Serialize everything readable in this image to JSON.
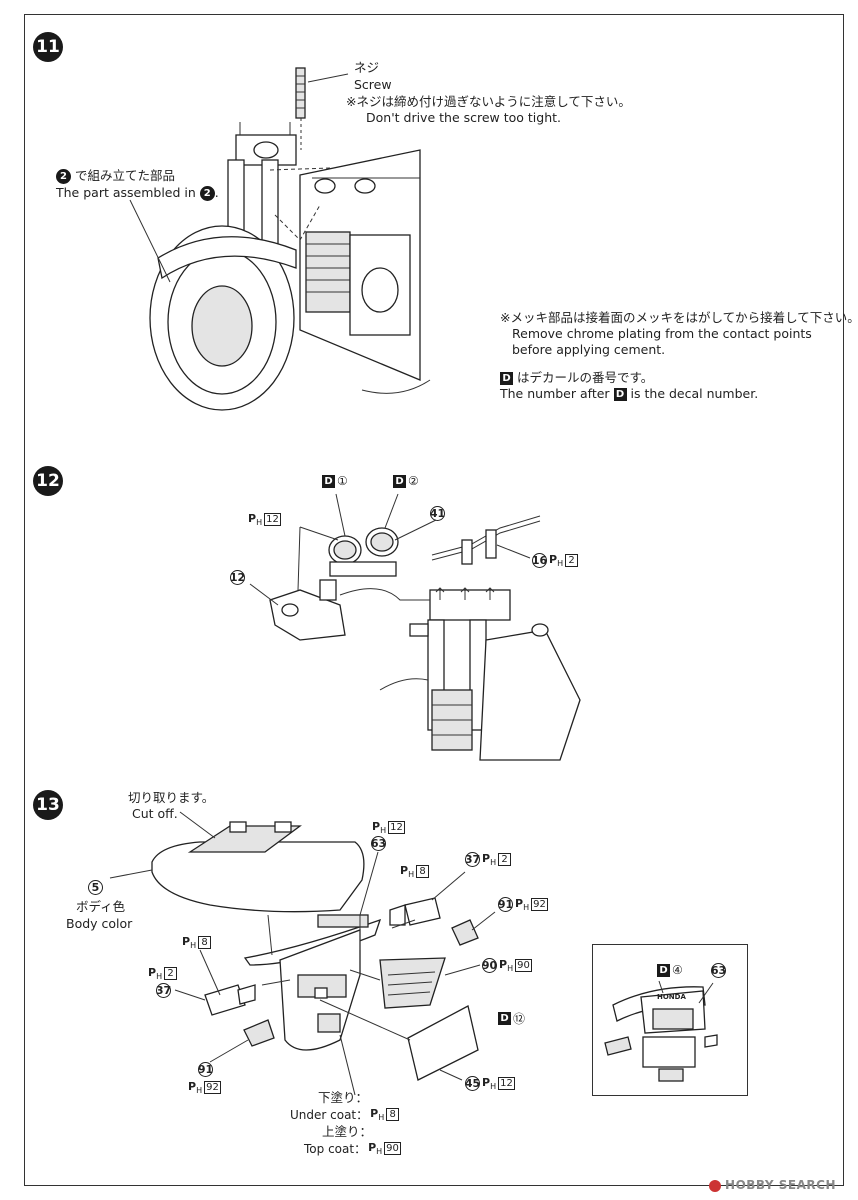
{
  "steps": {
    "s11": {
      "number": "11",
      "screw_jp": "ネジ",
      "screw_en": "Screw",
      "screw_note_jp": "※ネジは締め付け過ぎないように注意して下さい。",
      "screw_note_en": "Don't drive the screw too tight.",
      "assembled_ref": "2",
      "assembled_jp": "で組み立てた部品",
      "assembled_en": "The part assembled in",
      "assembled_en_ref": "2",
      "chrome_note_jp": "※メッキ部品は接着面のメッキをはがしてから接着して下さい。",
      "chrome_note_en1": "Remove chrome plating from the contact points",
      "chrome_note_en2": "before applying cement.",
      "decal_mark": "D",
      "decal_note_jp": "はデカールの番号です。",
      "decal_note_en_a": "The number after",
      "decal_note_en_b": "is the decal number."
    },
    "s12": {
      "number": "12",
      "decal1_mark": "D",
      "decal1_num": "①",
      "decal2_mark": "D",
      "decal2_num": "②",
      "paint_ph12_label": "P",
      "paint_ph12_sub": "H",
      "paint_ph12_num": "12",
      "part41": "41",
      "part12": "12",
      "part16": "16",
      "part16_paint": "P",
      "part16_paint_sub": "H",
      "part16_paint_num": "2"
    },
    "s13": {
      "number": "13",
      "cutoff_jp": "切り取ります。",
      "cutoff_en": "Cut off.",
      "part5": "5",
      "body_color_jp": "ボディ色",
      "body_color_en": "Body color",
      "top_paint_label": "P",
      "top_paint_sub": "H",
      "top_paint_num": "12",
      "part63": "63",
      "ph8_a_label": "P",
      "ph8_a_sub": "H",
      "ph8_a_num": "8",
      "part37_right": "37",
      "part37_right_paint_label": "P",
      "part37_right_paint_sub": "H",
      "part37_right_paint_num": "2",
      "part91_right": "91",
      "part91_right_paint_label": "P",
      "part91_right_paint_sub": "H",
      "part91_right_paint_num": "92",
      "ph8_b_label": "P",
      "ph8_b_sub": "H",
      "ph8_b_num": "8",
      "ph2_left_label": "P",
      "ph2_left_sub": "H",
      "ph2_left_num": "2",
      "part37_left": "37",
      "part90": "90",
      "part90_paint_label": "P",
      "part90_paint_sub": "H",
      "part90_paint_num": "90",
      "decal12_mark": "D",
      "decal12_num": "⑫",
      "part91_left": "91",
      "part91_left_paint_label": "P",
      "part91_left_paint_sub": "H",
      "part91_left_paint_num": "92",
      "part45": "45",
      "part45_paint_label": "P",
      "part45_paint_sub": "H",
      "part45_paint_num": "12",
      "undercoat_jp": "下塗り：",
      "undercoat_en": "Under coat：",
      "undercoat_paint_label": "P",
      "undercoat_paint_sub": "H",
      "undercoat_paint_num": "8",
      "topcoat_jp": "上塗り：",
      "topcoat_en": "Top coat：",
      "topcoat_paint_label": "P",
      "topcoat_paint_sub": "H",
      "topcoat_paint_num": "90",
      "inset_decal_mark": "D",
      "inset_decal_num": "④",
      "inset_part63": "63",
      "inset_brand": "HONDA"
    }
  },
  "watermark": "HOBBY SEARCH"
}
